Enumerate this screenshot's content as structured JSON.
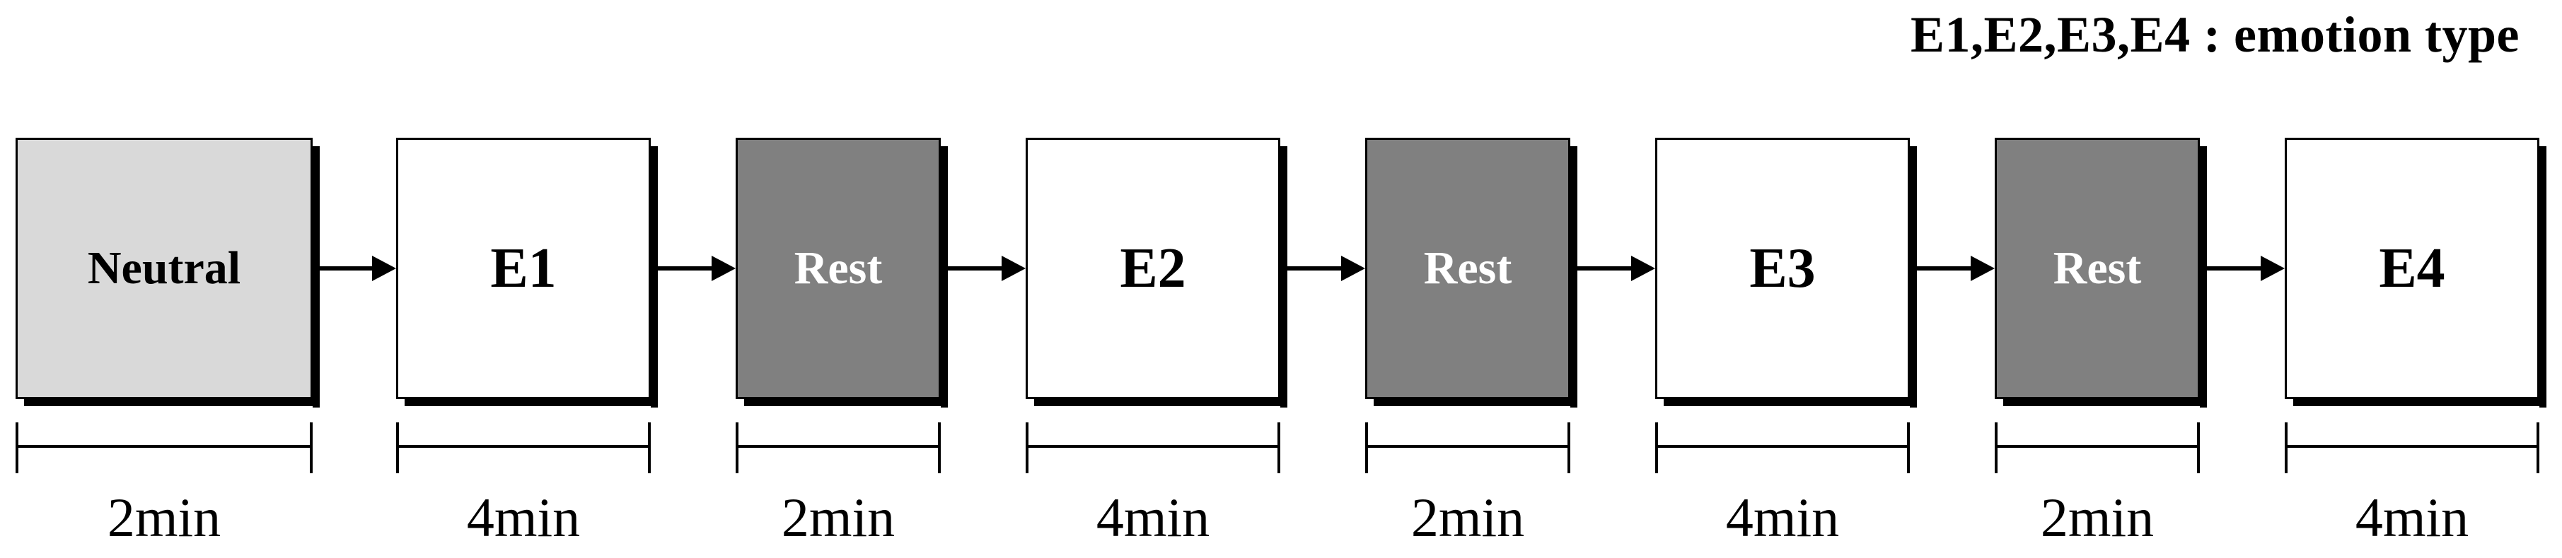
{
  "legend": "E1,E2,E3,E4 : emotion type",
  "stages": [
    {
      "label": "Neutral",
      "kind": "neutral",
      "duration": "2min"
    },
    {
      "label": "E1",
      "kind": "task",
      "duration": "4min"
    },
    {
      "label": "Rest",
      "kind": "rest",
      "duration": "2min"
    },
    {
      "label": "E2",
      "kind": "task",
      "duration": "4min"
    },
    {
      "label": "Rest",
      "kind": "rest",
      "duration": "2min"
    },
    {
      "label": "E3",
      "kind": "task",
      "duration": "4min"
    },
    {
      "label": "Rest",
      "kind": "rest",
      "duration": "2min"
    },
    {
      "label": "E4",
      "kind": "task",
      "duration": "4min"
    }
  ],
  "colors": {
    "neutral": "#d9d9d9",
    "task": "#ffffff",
    "rest": "#808080",
    "line": "#000000"
  }
}
